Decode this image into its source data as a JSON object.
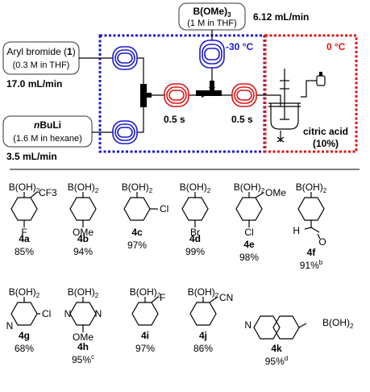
{
  "flow": {
    "reagent_top": {
      "name": "B(OMe)",
      "sub": "3",
      "conc": "(1 M in THF)",
      "rate": "6.12 mL/min"
    },
    "reagent_aryl": {
      "name_pre": "Aryl bromide (",
      "name_num": "1",
      "name_post": ")",
      "conc": "(0.3 M in THF)",
      "rate": "17.0 mL/min"
    },
    "reagent_buli": {
      "name_n": "n",
      "name_rest": "BuLi",
      "conc": "(1.6 M in hexane)",
      "rate": "3.5 mL/min"
    },
    "zone_cold": {
      "label": "-30 °C",
      "color": "#1a1acc"
    },
    "zone_quench": {
      "label": "0 °C",
      "color": "#e01414"
    },
    "residence_1": "0.5 s",
    "residence_2": "0.5 s",
    "quench": {
      "line1": "citric acid",
      "line2": "(10%)"
    }
  },
  "products": [
    {
      "id": "4a",
      "yield": "85%",
      "sub1": "CF3",
      "sub2": "F"
    },
    {
      "id": "4b",
      "yield": "94%",
      "sub1": "OMe"
    },
    {
      "id": "4c",
      "yield": "97%",
      "sub1": "Cl"
    },
    {
      "id": "4d",
      "yield": "99%",
      "sub1": "Br"
    },
    {
      "id": "4e",
      "yield": "98%",
      "sub1": "OMe",
      "sub2": "Cl"
    },
    {
      "id": "4f",
      "yield": "91%",
      "yield_note": "b",
      "sub1": "H",
      "sub2": "O"
    },
    {
      "id": "4g",
      "yield": "68%",
      "sub1": "N",
      "sub2": "Cl"
    },
    {
      "id": "4h",
      "yield": "95%",
      "yield_note": "c",
      "sub1": "N",
      "sub2": "N",
      "sub3": "OMe"
    },
    {
      "id": "4i",
      "yield": "97%",
      "sub1": "F"
    },
    {
      "id": "4j",
      "yield": "86%",
      "sub1": "CN"
    },
    {
      "id": "4k",
      "yield": "95%",
      "yield_note": "d",
      "sub1": "N"
    }
  ],
  "boronic_acid": {
    "text": "B(OH)",
    "sub": "2"
  }
}
